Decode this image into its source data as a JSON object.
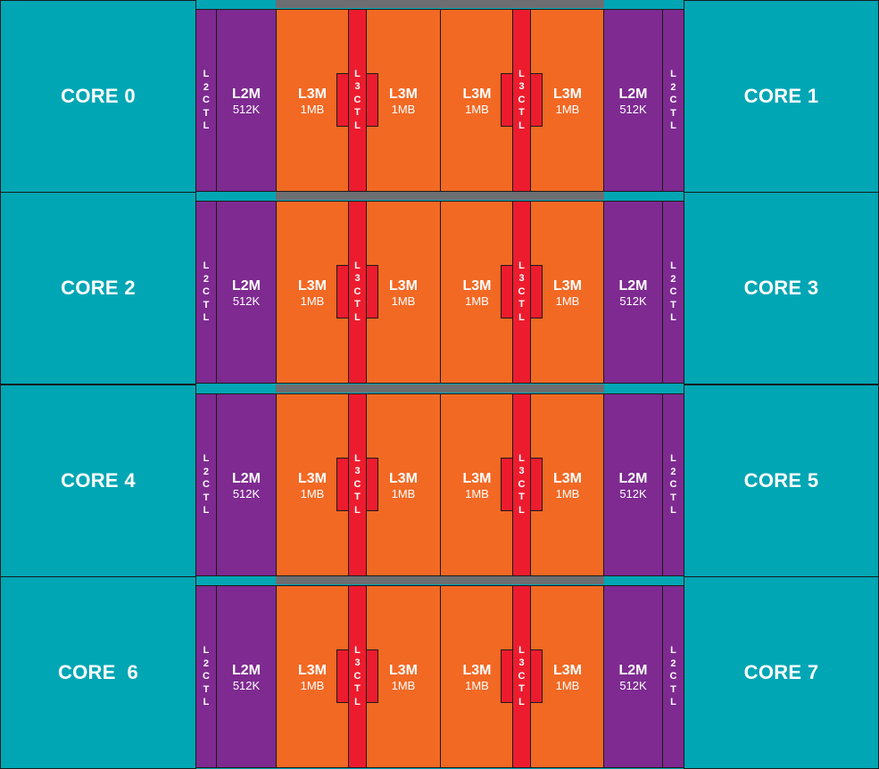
{
  "colors": {
    "core": "#00a6b4",
    "l2": "#7e2a91",
    "l3m": "#f26924",
    "l3ctl": "#ec1c2e",
    "bus": "#6d6e71"
  },
  "rows": [
    {
      "left_core": "CORE 0",
      "right_core": "CORE 1"
    },
    {
      "left_core": "CORE 2",
      "right_core": "CORE 3"
    },
    {
      "left_core": "CORE 4",
      "right_core": "CORE 5"
    },
    {
      "left_core": "CORE  6",
      "right_core": "CORE 7"
    }
  ],
  "labels": {
    "l2ctl": [
      "L",
      "2",
      "C",
      "T",
      "L"
    ],
    "l3ctl": [
      "L",
      "3",
      "C",
      "T",
      "L"
    ],
    "l2m_name": "L2M",
    "l2m_size": "512K",
    "l3m_name": "L3M",
    "l3m_size": "1MB"
  }
}
